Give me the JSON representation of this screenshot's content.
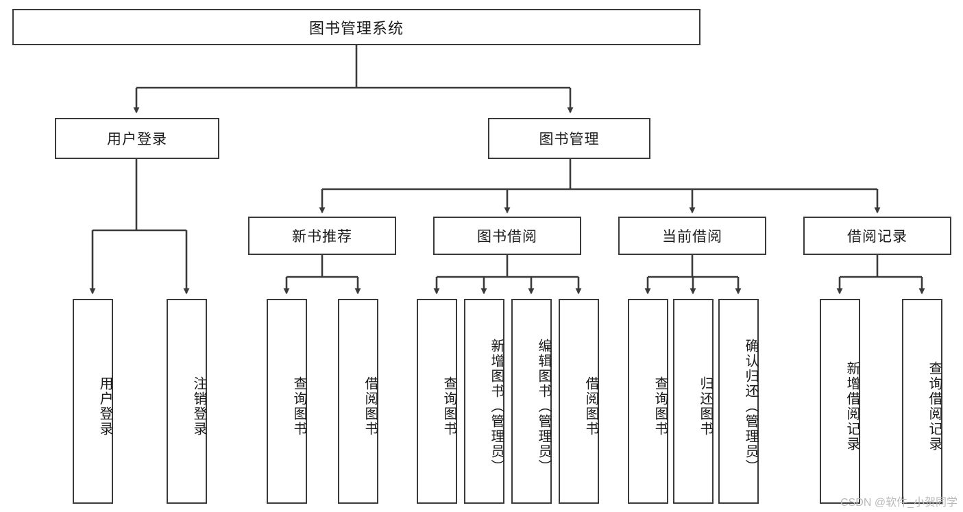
{
  "diagram": {
    "type": "tree",
    "title": "图书管理系统",
    "watermark": "CSDN @软件_小贺同学",
    "colors": {
      "box_border": "#3a3a3a",
      "box_fill": "#ffffff",
      "edge": "#3a3a3a",
      "text": "#1a1a1a",
      "watermark": "#b9b9b9"
    },
    "levels": {
      "level1": [
        {
          "id": "root",
          "label": "图书管理系统"
        }
      ],
      "level2": [
        {
          "id": "user-login",
          "label": "用户登录"
        },
        {
          "id": "book-manage",
          "label": "图书管理"
        }
      ],
      "level3": [
        {
          "id": "new-book-rec",
          "label": "新书推荐",
          "parent": "book-manage"
        },
        {
          "id": "book-borrow",
          "label": "图书借阅",
          "parent": "book-manage"
        },
        {
          "id": "current-borrow",
          "label": "当前借阅",
          "parent": "book-manage"
        },
        {
          "id": "borrow-record",
          "label": "借阅记录",
          "parent": "book-manage"
        }
      ],
      "leaves": [
        {
          "id": "leaf-user-login",
          "label": "用户登录",
          "parent": "user-login"
        },
        {
          "id": "leaf-logout-login",
          "label": "注销登录",
          "parent": "user-login"
        },
        {
          "id": "leaf-query-book-1",
          "label": "查询图书",
          "parent": "new-book-rec"
        },
        {
          "id": "leaf-borrow-book-1",
          "label": "借阅图书",
          "parent": "new-book-rec"
        },
        {
          "id": "leaf-query-book-2",
          "label": "查询图书",
          "parent": "book-borrow"
        },
        {
          "id": "leaf-add-book",
          "label": "新增图书（管理员）",
          "parent": "book-borrow"
        },
        {
          "id": "leaf-edit-book",
          "label": "编辑图书（管理员）",
          "parent": "book-borrow"
        },
        {
          "id": "leaf-borrow-book-2",
          "label": "借阅图书",
          "parent": "book-borrow"
        },
        {
          "id": "leaf-query-book-3",
          "label": "查询图书",
          "parent": "current-borrow"
        },
        {
          "id": "leaf-return-book",
          "label": "归还图书",
          "parent": "current-borrow"
        },
        {
          "id": "leaf-confirm-return",
          "label": "确认归还（管理员）",
          "parent": "current-borrow"
        },
        {
          "id": "leaf-add-record",
          "label": "新增借阅记录",
          "parent": "borrow-record"
        },
        {
          "id": "leaf-query-record",
          "label": "查询借阅记录",
          "parent": "borrow-record"
        }
      ]
    }
  }
}
